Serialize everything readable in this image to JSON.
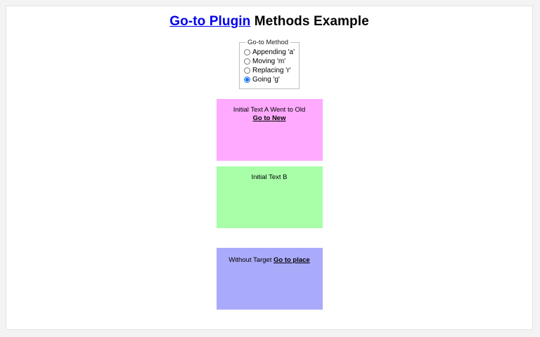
{
  "header": {
    "link_text": "Go-to Plugin",
    "rest_text": " Methods Example"
  },
  "fieldset": {
    "legend": "Go-to Method",
    "options": [
      {
        "label": "Appending 'a'",
        "checked": false
      },
      {
        "label": "Moving 'm'",
        "checked": false
      },
      {
        "label": "Replacing 'r'",
        "checked": false
      },
      {
        "label": "Going 'g'",
        "checked": true
      }
    ]
  },
  "boxes": [
    {
      "name": "box-a",
      "color": "#ffaaff",
      "text": "Initial Text A Went to Old",
      "link": "Go to New"
    },
    {
      "name": "box-b",
      "color": "#a8ffa8",
      "text": "Initial Text B",
      "link": ""
    },
    {
      "name": "box-c",
      "color": "#aaaafa",
      "text": "Without Target ",
      "link": "Go to place"
    }
  ],
  "colors": {
    "link_blue": "#0000ee",
    "radio_accent": "#1a73e8",
    "page_background": "#f3f3f3",
    "frame_background": "#ffffff"
  }
}
